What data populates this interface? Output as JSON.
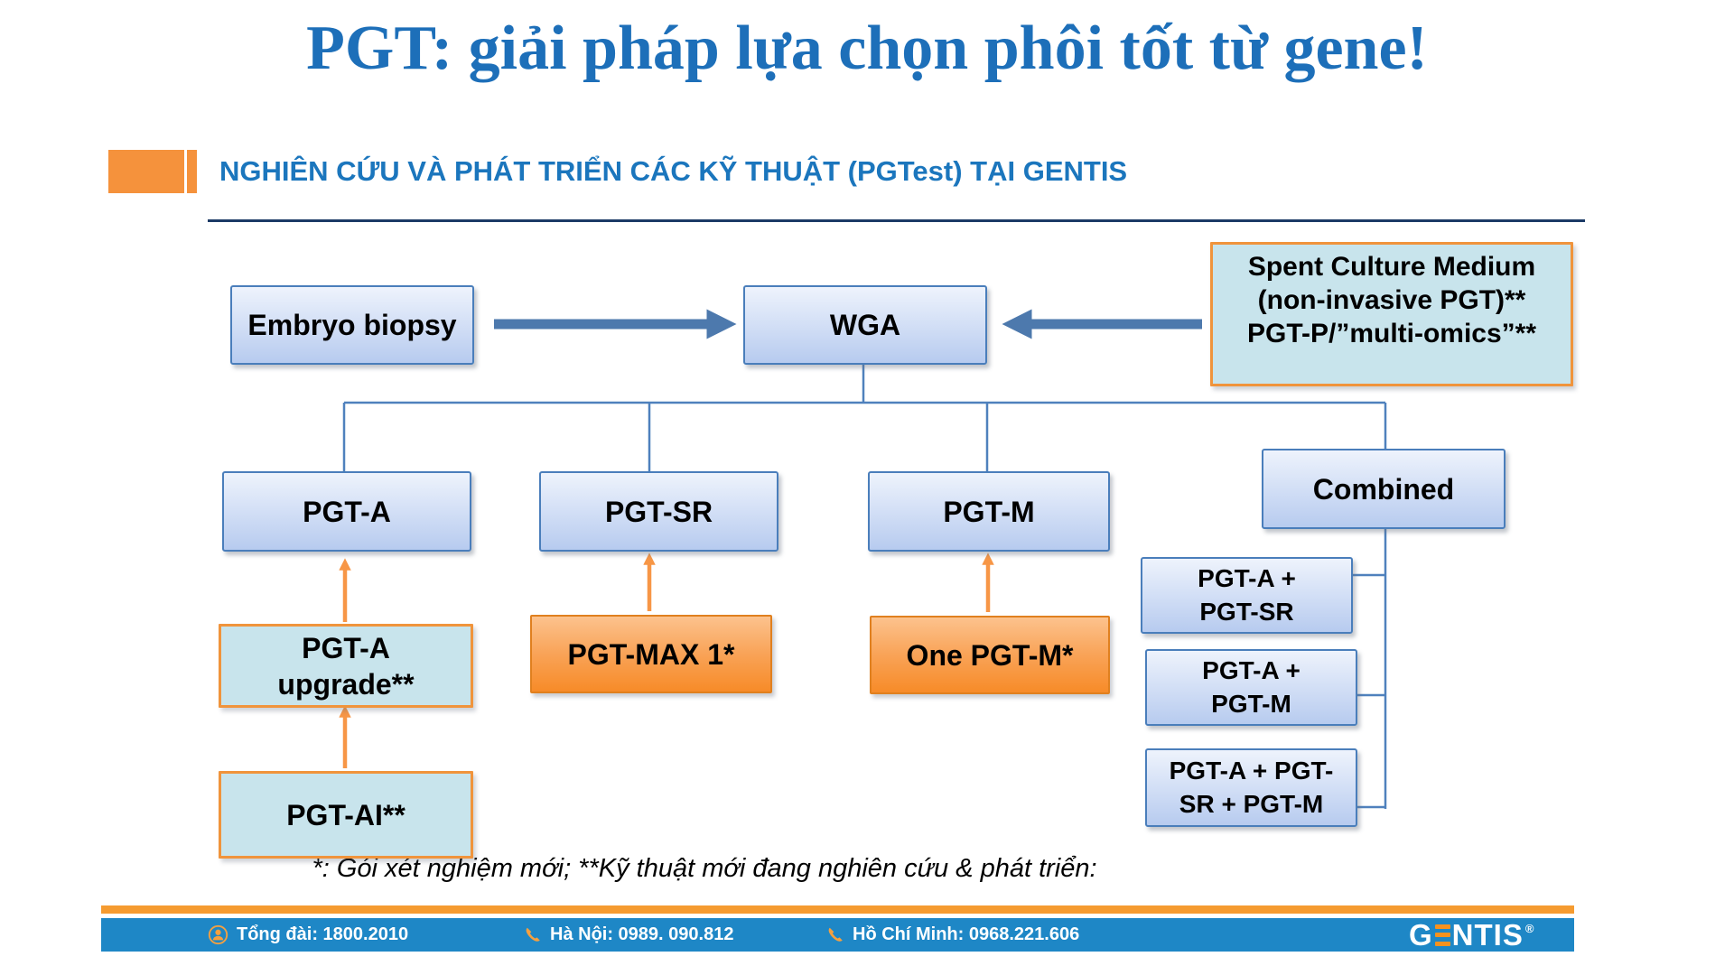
{
  "slide": {
    "title": "PGT: giải pháp lựa chọn phôi tốt từ gene!",
    "section_heading": "NGHIÊN CỨU VÀ PHÁT TRIỂN CÁC KỸ THUẬT (PGTest) TẠI GENTIS",
    "footnote": "*: Gói xét nghiệm mới; **Kỹ thuật mới đang nghiên cứu & phát triển:"
  },
  "diagram": {
    "nodes": {
      "embryo_biopsy": {
        "label": "Embryo biopsy",
        "style": "blue"
      },
      "wga": {
        "label": "WGA",
        "style": "blue"
      },
      "spent_medium": {
        "lines": [
          "Spent Culture Medium",
          "(non-invasive PGT)**",
          "PGT-P/”multi-omics”**"
        ],
        "style": "teal"
      },
      "pgt_a": {
        "label": "PGT-A",
        "style": "blue"
      },
      "pgt_sr": {
        "label": "PGT-SR",
        "style": "blue"
      },
      "pgt_m": {
        "label": "PGT-M",
        "style": "blue"
      },
      "combined": {
        "label": "Combined",
        "style": "blue"
      },
      "pgt_a_upgrade": {
        "lines": [
          "PGT-A",
          "upgrade**"
        ],
        "style": "teal"
      },
      "pgt_ai": {
        "label": "PGT-AI**",
        "style": "teal"
      },
      "pgt_max_1": {
        "label": "PGT-MAX 1*",
        "style": "orange"
      },
      "one_pgt_m": {
        "label": "One PGT-M*",
        "style": "orange"
      },
      "combo_a_sr": {
        "lines": [
          "PGT-A +",
          "PGT-SR"
        ],
        "style": "blue"
      },
      "combo_a_m": {
        "lines": [
          "PGT-A +",
          "PGT-M"
        ],
        "style": "blue"
      },
      "combo_a_sr_m": {
        "lines": [
          "PGT-A + PGT-",
          "SR + PGT-M"
        ],
        "style": "blue"
      }
    },
    "edges": [
      "Embryo biopsy -> WGA",
      "Spent Culture Medium (non-invasive PGT) -> WGA",
      "WGA -> PGT-A",
      "WGA -> PGT-SR",
      "WGA -> PGT-M",
      "WGA -> Combined",
      "PGT-A upgrade** -> PGT-A",
      "PGT-AI** -> PGT-A upgrade**",
      "PGT-MAX 1* -> PGT-SR",
      "One PGT-M* -> PGT-M",
      "Combined -> PGT-A + PGT-SR",
      "Combined -> PGT-A + PGT-M",
      "Combined -> PGT-A + PGT-SR + PGT-M"
    ]
  },
  "footer": {
    "hotline": "Tổng đài: 1800.2010",
    "hanoi": "Hà Nội: 0989. 090.812",
    "hcmc": "Hồ Chí Minh: 0968.221.606",
    "brand": {
      "prefix": "G",
      "suffix": "NTIS",
      "registered": "®"
    },
    "icons": {
      "hotline": "person-circle-icon",
      "hanoi": "phone-icon",
      "hcmc": "phone-icon"
    }
  },
  "colors": {
    "title_blue": "#1D6FB9",
    "heading_blue": "#1B76BD",
    "accent_orange": "#F5923C",
    "divider_navy": "#1B3A66",
    "connector_blue": "#4F81BD",
    "arrow_blue": "#4D79AD",
    "arrow_orange": "#F79646",
    "box_blue_border": "#4A7EBB",
    "teal_fill": "#C8E4EC",
    "teal_border": "#F0943C",
    "orange_fill": "#F78B28",
    "footer_blue": "#1E87C6",
    "footer_orange": "#F59B30",
    "logo_orange": "#F6921E"
  }
}
